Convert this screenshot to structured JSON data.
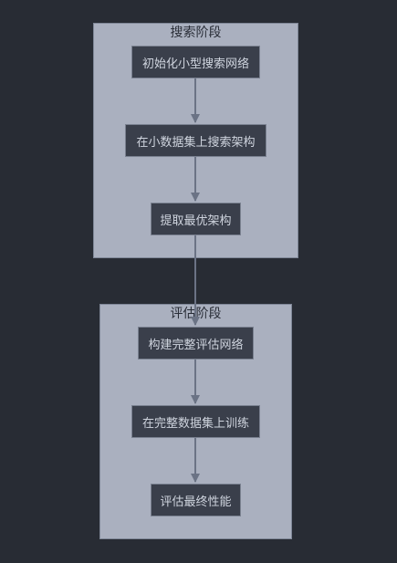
{
  "clusters": {
    "search": {
      "title": "搜索阶段"
    },
    "eval": {
      "title": "评估阶段"
    }
  },
  "nodes": {
    "n1": "初始化小型搜索网络",
    "n2": "在小数据集上搜索架构",
    "n3": "提取最优架构",
    "n4": "构建完整评估网络",
    "n5": "在完整数据集上训练",
    "n6": "评估最终性能"
  },
  "edges": [
    [
      "n1",
      "n2"
    ],
    [
      "n2",
      "n3"
    ],
    [
      "n3",
      "n4"
    ],
    [
      "n4",
      "n5"
    ],
    [
      "n5",
      "n6"
    ]
  ],
  "colors": {
    "background": "#282c34",
    "cluster_fill": "#aab0bf",
    "node_fill": "#3a3f4b",
    "node_text": "#cfd4de",
    "edge": "#6b7385"
  }
}
